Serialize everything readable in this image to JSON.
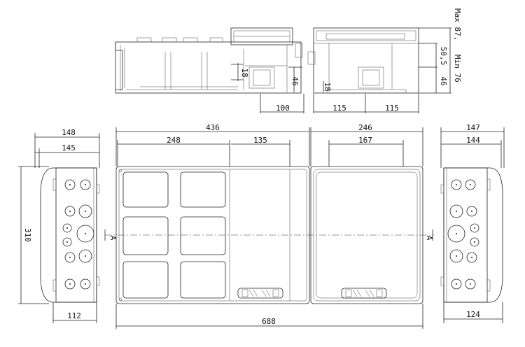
{
  "dimensions": {
    "top_max_label": "Max 87,",
    "top_min_label": "Min 76",
    "d_50_5": "50,5",
    "d_46_left": "46",
    "d_46_right": "46",
    "d_18_left": "18",
    "d_18_right": "18",
    "d_100": "100",
    "d_115_a": "115",
    "d_115_b": "115",
    "d_148": "148",
    "d_145": "145",
    "d_310": "310",
    "d_112": "112",
    "d_436": "436",
    "d_248": "248",
    "d_135": "135",
    "d_246": "246",
    "d_167": "167",
    "d_147": "147",
    "d_144": "144",
    "d_124": "124",
    "d_688": "688",
    "section_a_left": "A",
    "section_a_right": "A"
  }
}
